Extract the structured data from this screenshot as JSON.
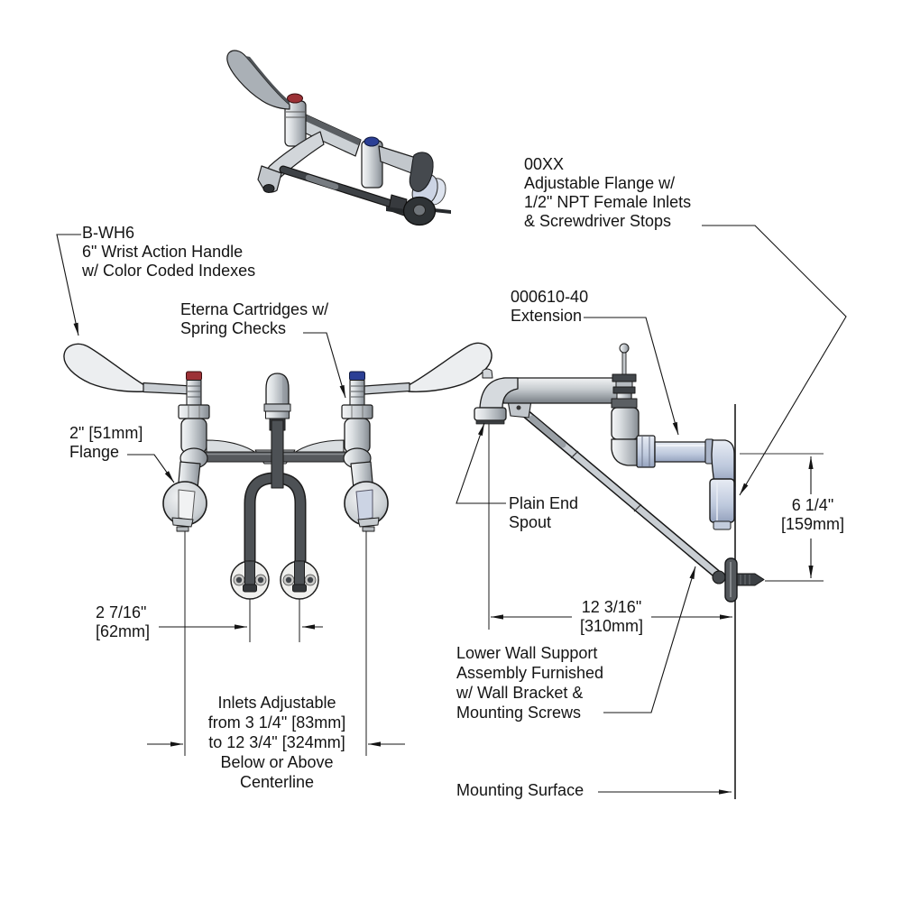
{
  "drawing": {
    "type": "technical-spec-diagram",
    "subject": "wall-mount double pantry faucet with wrist action handles and double-joint spout"
  },
  "labels": {
    "b_wh6": {
      "lines": [
        "B-WH6",
        "6\" Wrist Action Handle",
        "w/ Color Coded Indexes"
      ]
    },
    "eterna": {
      "lines": [
        "Eterna Cartridges w/",
        "Spring Checks"
      ]
    },
    "adjustable_flange": {
      "lines": [
        "00XX",
        "Adjustable Flange w/",
        "1/2\" NPT Female Inlets",
        "& Screwdriver Stops"
      ]
    },
    "extension": {
      "lines": [
        "000610-40",
        "Extension"
      ]
    },
    "flange_2in": {
      "lines": [
        "2\" [51mm]",
        "Flange"
      ]
    },
    "plain_end_spout": {
      "lines": [
        "Plain End",
        "Spout"
      ]
    },
    "lower_wall_support": {
      "lines": [
        "Lower Wall Support",
        "Assembly Furnished",
        "w/ Wall Bracket &",
        "Mounting Screws"
      ]
    },
    "inlets_adjustable": {
      "lines": [
        "Inlets Adjustable",
        "from 3 1/4\" [83mm]",
        "to 12 3/4\" [324mm]",
        "Below or Above",
        "Centerline"
      ]
    },
    "mounting_surface": {
      "lines": [
        "Mounting Surface"
      ]
    }
  },
  "dimensions": {
    "inlet_spacing": {
      "lines": [
        "2 7/16\"",
        "[62mm]"
      ]
    },
    "drop_height": {
      "lines": [
        "6 1/4\"",
        "[159mm]"
      ]
    },
    "reach": {
      "lines": [
        "12 3/16\"",
        "[310mm]"
      ]
    }
  },
  "colors": {
    "background": "#ffffff",
    "line": "#1b1b1b",
    "hot_index_red": "#9c3136",
    "cold_index_blue": "#2b3f95",
    "highlighted_part_blue": "#ccd5e6",
    "chrome_light": "#e9ebed",
    "chrome_dark": "#83898f",
    "dark_pipe": "#4d5155"
  }
}
